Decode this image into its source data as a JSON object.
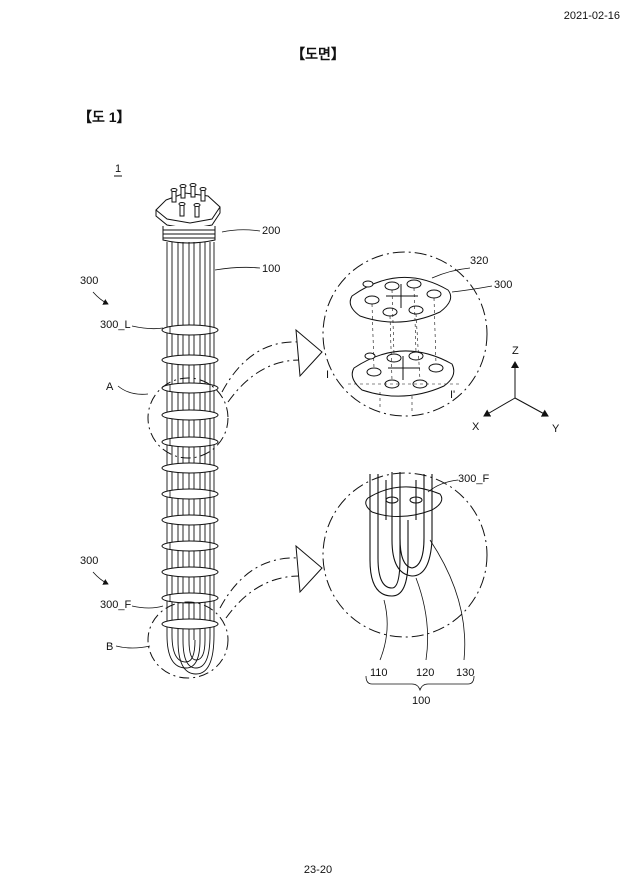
{
  "header": {
    "date": "2021-02-16"
  },
  "section_title": "【도면】",
  "figure_heading": "【도 1】",
  "figure": {
    "assembly_label": "1",
    "labels": {
      "head": "200",
      "heater": "100",
      "group_top": "300",
      "spacer_L": "300_L",
      "detail_a": "A",
      "group_bottom": "300",
      "spacer_F": "300_F",
      "detail_b": "B",
      "part_320": "320",
      "part_300": "300",
      "section_i": "I",
      "section_i_prime": "I'",
      "axis_z": "Z",
      "axis_x": "X",
      "axis_y": "Y",
      "spacer_F_detail": "300_F",
      "tube_110": "110",
      "tube_120": "120",
      "tube_130": "130",
      "tube_group": "100"
    }
  },
  "footer": {
    "page_number": "23-20"
  }
}
